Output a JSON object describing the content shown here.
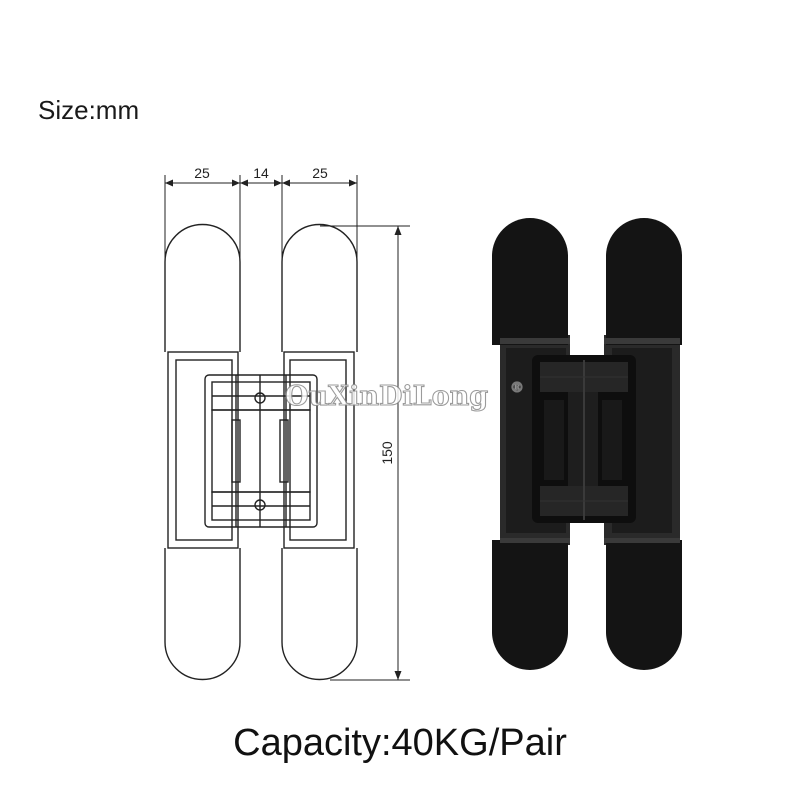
{
  "header": {
    "size_label": "Size:mm"
  },
  "dimensions": {
    "leaf_width_left": "25",
    "gap_width": "14",
    "leaf_width_right": "25",
    "height": "150"
  },
  "watermark": {
    "text": "OuXinDiLong",
    "registered": "®"
  },
  "footer": {
    "capacity_label": "Capacity:40KG/Pair"
  },
  "colors": {
    "line": "#222222",
    "hinge_body": "#111111",
    "hinge_plate": "#2a2a2a",
    "background": "#ffffff"
  }
}
